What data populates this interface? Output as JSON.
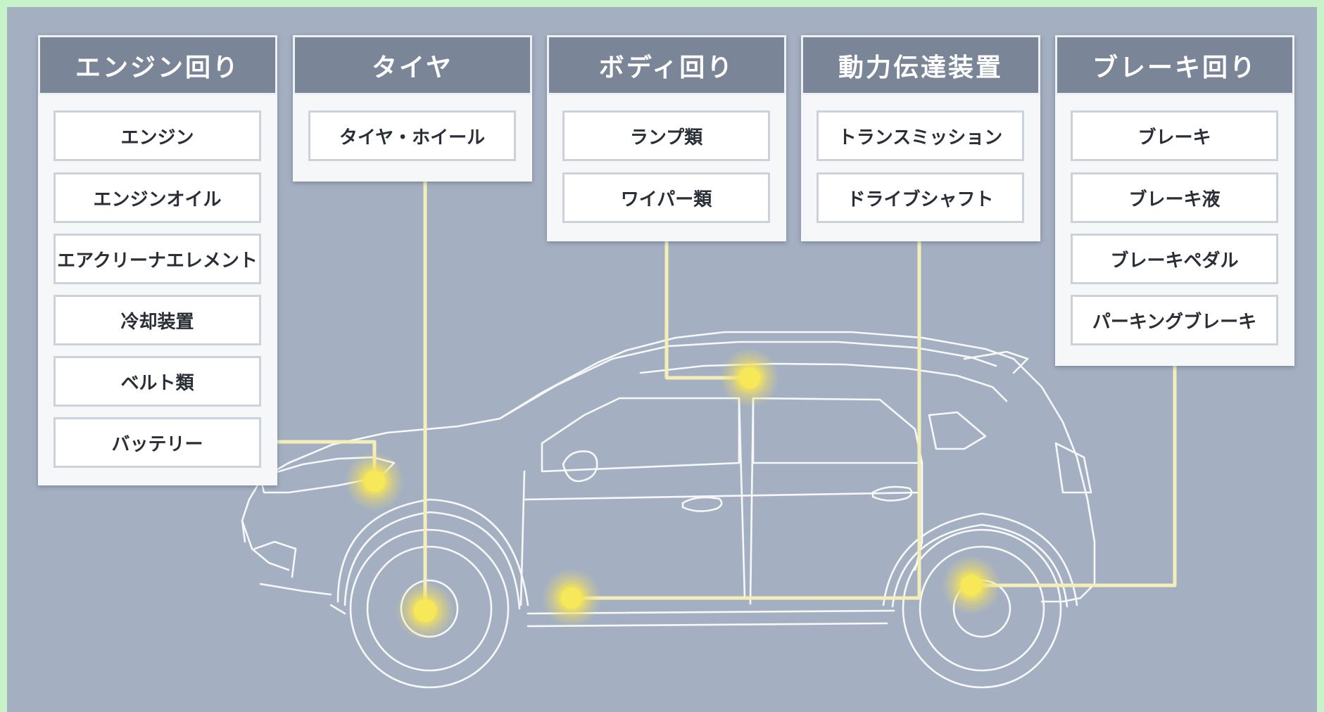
{
  "colors": {
    "background": "#a4b0c1",
    "frame": "#c8f2c8",
    "panel_header": "#7a8598",
    "panel_body": "#f6f7f9",
    "connector": "#f4efb8",
    "hotspot": "#f7e85a",
    "car_outline": "#ffffff"
  },
  "categories": [
    {
      "title": "エンジン回り",
      "items": [
        "エンジン",
        "エンジンオイル",
        "エアクリーナエレメント",
        "冷却装置",
        "ベルト類",
        "バッテリー"
      ]
    },
    {
      "title": "タイヤ",
      "items": [
        "タイヤ・ホイール"
      ]
    },
    {
      "title": "ボディ回り",
      "items": [
        "ランプ類",
        "ワイパー類"
      ]
    },
    {
      "title": "動力伝達装置",
      "items": [
        "トランスミッション",
        "ドライブシャフト"
      ]
    },
    {
      "title": "ブレーキ回り",
      "items": [
        "ブレーキ",
        "ブレーキ液",
        "ブレーキペダル",
        "パーキングブレーキ"
      ]
    }
  ],
  "hotspots": [
    "engine-hotspot",
    "front-wheel-hotspot",
    "roof-hotspot",
    "rocker-hotspot",
    "rear-wheel-hotspot"
  ],
  "illustration": "car-side-outline"
}
